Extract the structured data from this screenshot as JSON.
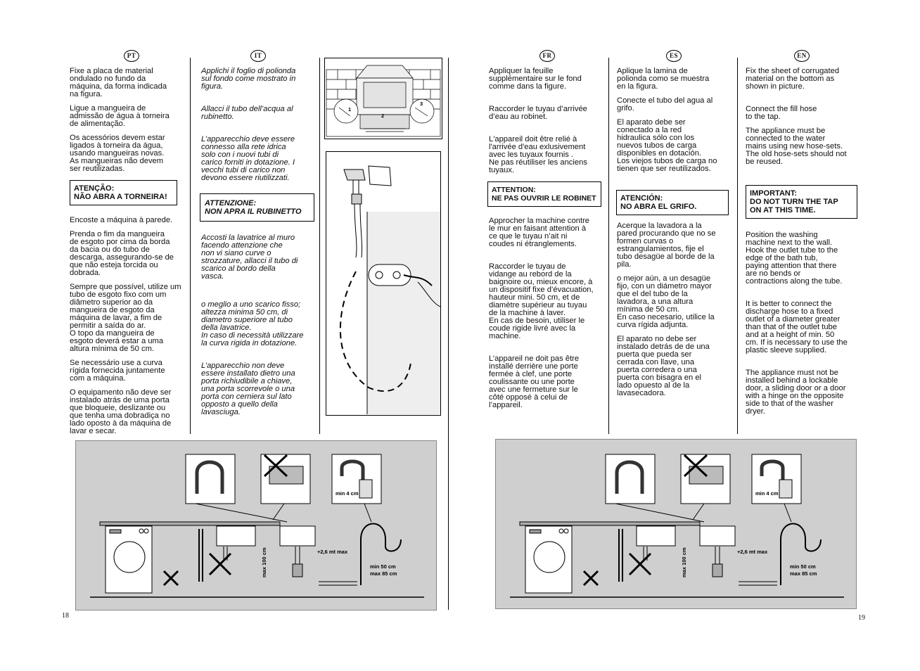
{
  "page_left": {
    "number": "18",
    "pt": {
      "flag": "PT",
      "paras_a": [
        "Fixe a placa de material\nondulado no fundo da\nmáquina, da forma indicada\nna figura.",
        "Ligue a mangueira de\nadmissão de água à torneira\nde alimentação.",
        "Os acessórios devem estar\nligados à torneira da água,\nusando mangueiras novas.\nAs mangueiras não devem\nser reutilizadas."
      ],
      "warning": "ATENÇÃO:\nNÃO ABRA A TORNEIRA!",
      "paras_b": [
        "Encoste a máquina à parede.",
        "Prenda o fim da mangueira\nde esgoto por cima da borda\nda bacia ou do tubo de\ndescarga, assegurando-se de\nque não esteja torcida ou\ndobrada.",
        "Sempre que possível, utilize um\ntubo de esgoto fixo com um\ndiâmetro superior ao da\nmangueira de esgoto da\nmáquina de lavar, a fim de\npermitir a saída do ar.\nO topo da mangueira de\nesgoto deverá estar a uma\naltura mínima de 50 cm.",
        "Se necessário use a curva\nrígida fornecida juntamente\ncom a máquina.",
        "O equipamento não deve ser\ninstalado atrás de uma porta\nque bloqueie, deslizante ou\nque tenha uma dobradiça no\nlado oposto à da máquina de\nlavar e secar."
      ]
    },
    "it": {
      "flag": "IT",
      "paras_a": [
        "Applichi il foglio di polionda\nsul fondo come mostrato in\nfigura.",
        "Allacci il tubo dell’acqua al\nrubinetto.",
        "L’apparecchio deve essere\nconnesso alla rete idrica\nsolo con i nuovi tubi di\ncarico forniti in dotazione. I\nvecchi tubi di carico non\ndevono essere riutilizzati."
      ],
      "warning": "ATTENZIONE:\nNON APRA IL RUBINETTO",
      "paras_b": [
        "Accosti la lavatrice al muro\nfacendo attenzione che\nnon vi siano curve o\nstrozzature, allacci il tubo di\nscarico al bordo della\nvasca.",
        "o meglio a uno scarico fisso;\naltezza minima 50 cm, di\ndiametro superiore al tubo\ndella lavatrice.\nIn caso di necessità utilizzare\nla curva rigida in dotazione.",
        "L’apparecchio non deve\nessere installato dietro una\nporta richiudibile a chiave,\nuna porta scorrevole o una\nporta con cerniera sul lato\nopposto a quello della\nlavasciuga."
      ]
    },
    "figure_labels": [
      "1",
      "2",
      "3"
    ]
  },
  "page_right": {
    "number": "19",
    "fr": {
      "flag": "FR",
      "paras_a": [
        "Appliquer la feuille\nsupplémentaire sur le fond\ncomme dans la figure.",
        "Raccorder le tuyau d’arrivée\nd’eau au robinet.",
        "L'appareil doit être relié à\nl'arrivée d'eau exlusivement\navec les tuyaux fournis .\nNe pas réutiliser  les anciens\ntuyaux."
      ],
      "warning": "ATTENTION:\nNE PAS OUVRIR LE ROBINET",
      "paras_b": [
        "Approcher la machine contre\nle mur en faisant attention à\nce que le tuyau n’ait ni\ncoudes ni étranglements.",
        "Raccorder le tuyau de\nvidange au rebord de la\nbaignoire ou, mieux encore, à\nun dispositif fixe d’évacuation,\nhauteur mini. 50 cm, et de\ndiamètre supérieur au tuyau\nde la machine à laver.\nEn cas de besoin, utiliser le\ncoude rigide livré avec la\nmachine.",
        "L’appareil ne doit pas être\ninstallé derrière une porte\nfermée à clef, une porte\ncoulissante ou une porte\navec une fermeture sur le\ncôté opposé à celui de\nl’appareil."
      ]
    },
    "es": {
      "flag": "ES",
      "paras_a": [
        "Aplique la lamina de\npolionda como se muestra\nen la figura.",
        "Conecte el tubo del agua al\ngrifo.",
        "El aparato debe ser\nconectado a la red\nhidraulica sólo con los\nnuevos tubos de carga\ndisponibles en dotación.\nLos viejos tubos de carga no\ntienen que ser reutilizados."
      ],
      "warning": "ATENCIÓN:\nNO ABRA EL GRIFO.",
      "paras_b": [
        "Acerque la lavadora a la\npared procurando que no se\nformen curvas o\nestrangulamientos, fije el\ntubo desagüe al borde de la\npila.",
        "o mejor aún, a un desagüe\nfijo, con un diámetro mayor\nque el del tubo de la\nlavadora, a una altura\nmínima de 50 cm.\nEn caso necesario, utilice la\ncurva rígida adjunta.",
        "El aparato no debe ser\ninstalado detrás de de una\npuerta que pueda ser\ncerrada con llave, una\npuerta corredera o una\npuerta con bisagra en el\nlado opuesto al de la\nlavasecadora."
      ]
    },
    "en": {
      "flag": "EN",
      "paras_a": [
        "Fix the sheet of corrugated\nmaterial on the bottom as\nshown in picture.",
        "Connect the fill hose\nto the tap.",
        "The appliance must be\nconnected to the water\nmains using new hose-sets.\nThe old hose-sets should not\nbe reused."
      ],
      "warning": "IMPORTANT:\nDO NOT TURN THE TAP\nON AT THIS TIME.",
      "paras_b": [
        "Position the washing\nmachine next to the wall.\nHook the outlet tube to the\nedge of the bath tub,\npaying attention that there\nare no bends or\ncontractions along the tube.",
        "It is better to connect the\ndischarge hose to a fixed\noutlet of a diameter greater\nthan that of the outlet tube\nand at a height of min. 50\ncm. If is necessary to use the\nplastic sleeve supplied.",
        "The appliance must not be\ninstalled behind a lockable\ndoor, a sliding door or a door\nwith a hinge on the opposite\nside to that of the washer\ndryer."
      ]
    }
  },
  "diagram_labels": {
    "min4": "min 4 cm",
    "max100": "max 100 cm",
    "plus26": "+2,6 mt max",
    "min50": "min 50 cm",
    "max85": "max 85 cm"
  }
}
